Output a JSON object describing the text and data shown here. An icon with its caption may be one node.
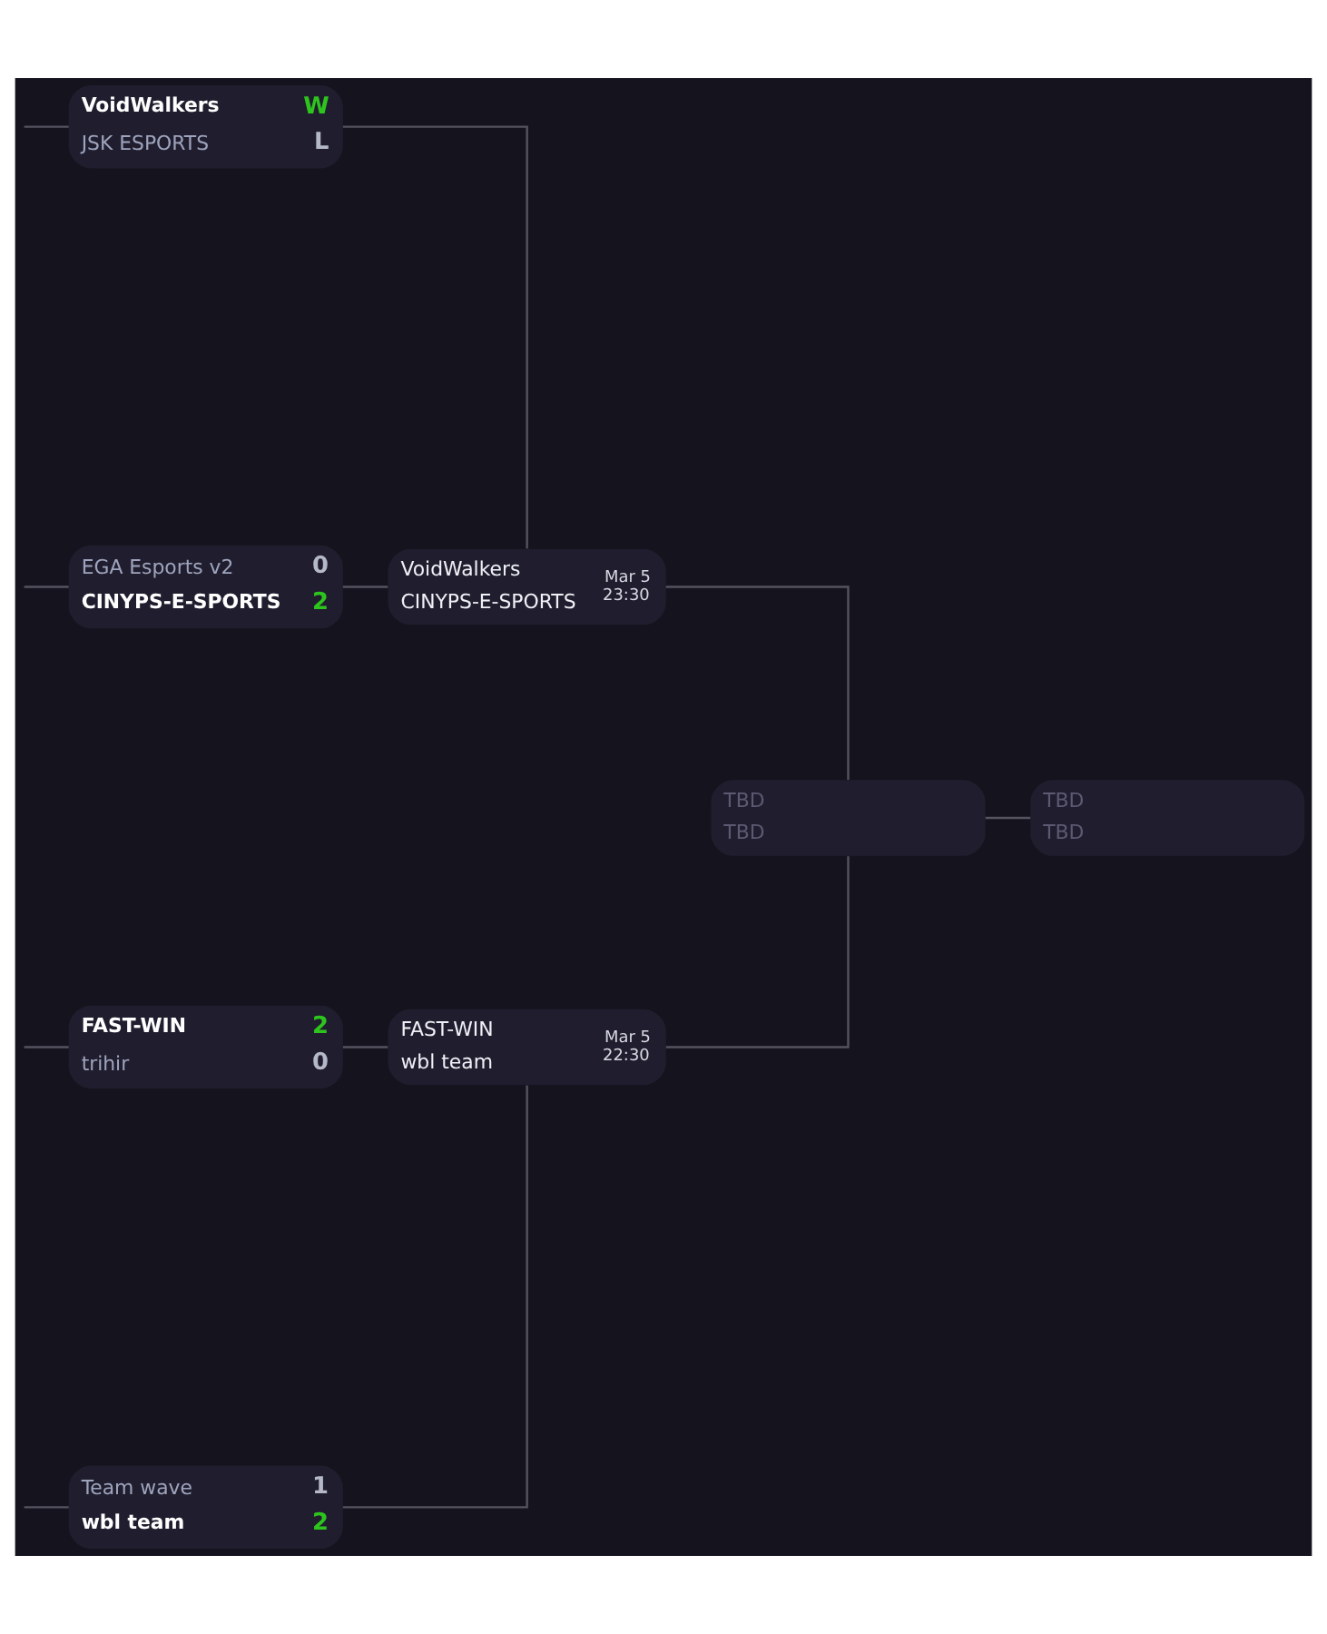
{
  "diagram": {
    "nodes": [
      {
        "text": [
          "VoidWalkers",
          "W",
          "JSK ESPORTS",
          "L"
        ]
      },
      {
        "text": [
          "EGA Esports v2",
          "0",
          "CINYPS-E-SPORTS",
          "2"
        ]
      },
      {
        "text": [
          "FAST-WIN",
          "2",
          "trihir",
          "0"
        ]
      },
      {
        "text": [
          "Team wave",
          "1",
          "wbl team",
          "2"
        ]
      },
      {
        "text": [
          "VoidWalkers",
          "Mar 5 23:30",
          "CINYPS-E-SPORTS"
        ]
      },
      {
        "text": [
          "FAST-WIN",
          "Mar 5 22:30",
          "wbl team"
        ]
      },
      {
        "text": [
          "TBD",
          "TBD"
        ]
      },
      {
        "text": [
          "TBD",
          "TBD"
        ]
      }
    ],
    "edges": [
      {
        "from": null,
        "to": 0,
        "arrow": "none"
      },
      {
        "from": null,
        "to": 1,
        "arrow": "none"
      },
      {
        "from": null,
        "to": 2,
        "arrow": "none"
      },
      {
        "from": null,
        "to": 3,
        "arrow": "none"
      },
      {
        "from": 0,
        "to": 4,
        "arrow": "none"
      },
      {
        "from": 1,
        "to": 4,
        "arrow": "none"
      },
      {
        "from": 2,
        "to": 5,
        "arrow": "none"
      },
      {
        "from": 3,
        "to": 5,
        "arrow": "none"
      },
      {
        "from": 4,
        "to": 6,
        "arrow": "none"
      },
      {
        "from": 5,
        "to": 6,
        "arrow": "none"
      },
      {
        "from": 6,
        "to": 7,
        "arrow": "none"
      }
    ]
  }
}
